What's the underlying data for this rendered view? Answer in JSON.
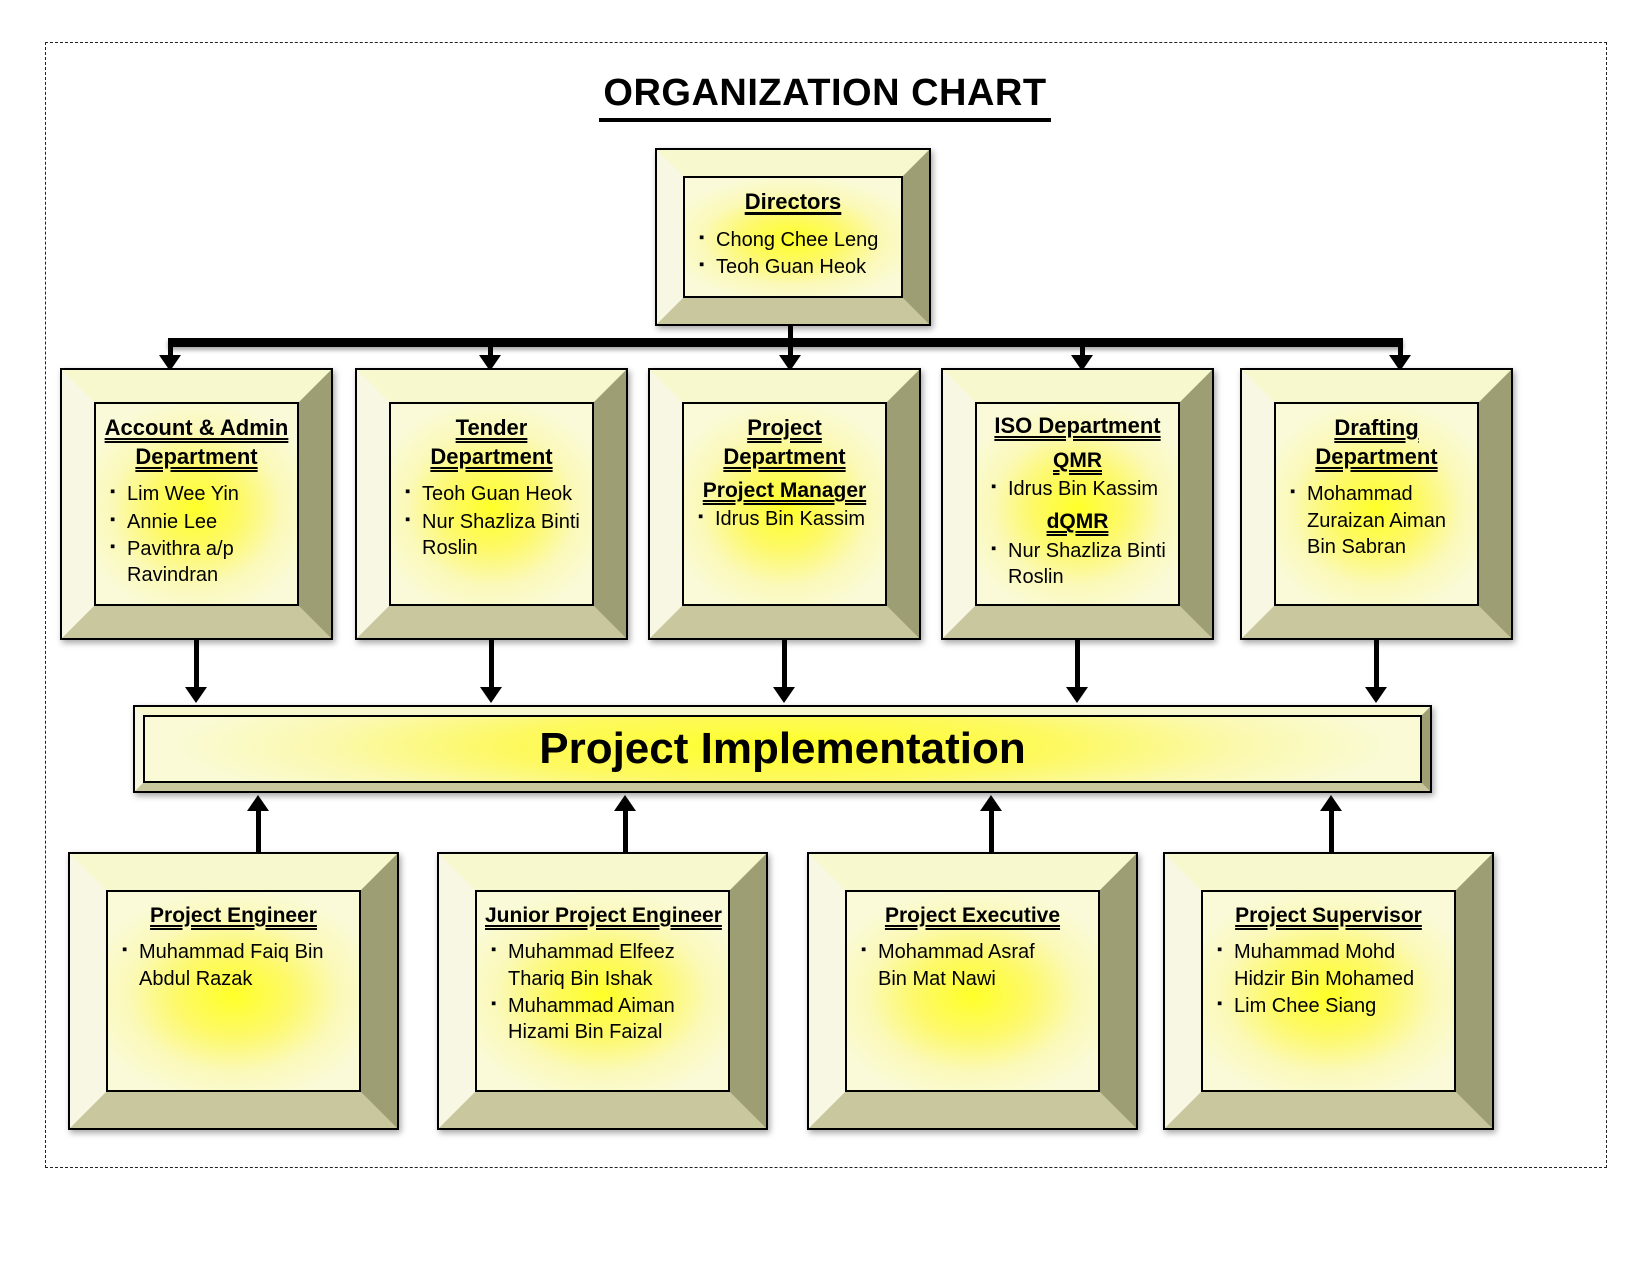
{
  "title": "ORGANIZATION CHART",
  "directors": {
    "heading": "Directors",
    "members": [
      "Chong Chee Leng",
      "Teoh Guan Heok"
    ]
  },
  "row2": [
    {
      "heading": "Account & Admin\nDepartment",
      "members": [
        "Lim Wee Yin",
        "Annie Lee",
        "Pavithra a/p Ravindran"
      ]
    },
    {
      "heading": "Tender\nDepartment",
      "members": [
        "Teoh Guan Heok",
        "Nur Shazliza Binti Roslin"
      ]
    },
    {
      "heading": "Project\nDepartment",
      "subheading": "Project Manager",
      "members": [
        "Idrus Bin Kassim"
      ]
    },
    {
      "heading": "ISO Department",
      "sections": [
        {
          "title": "QMR",
          "members": [
            "Idrus Bin Kassim"
          ]
        },
        {
          "title": "dQMR",
          "members": [
            "Nur Shazliza Binti Roslin"
          ]
        }
      ]
    },
    {
      "heading": "Drafting\nDepartment",
      "members": [
        "Mohammad Zuraizan Aiman Bin Sabran"
      ]
    }
  ],
  "bar": {
    "label": "Project Implementation"
  },
  "row3": [
    {
      "heading": "Project Engineer",
      "members": [
        "Muhammad Faiq Bin Abdul Razak"
      ]
    },
    {
      "heading": "Junior Project Engineer",
      "members": [
        "Muhammad Elfeez Thariq Bin Ishak",
        "Muhammad Aiman Hizami Bin Faizal"
      ]
    },
    {
      "heading": "Project Executive",
      "members": [
        "Mohammad Asraf Bin Mat Nawi"
      ]
    },
    {
      "heading": "Project Supervisor",
      "members": [
        "Muhammad Mohd Hidzir Bin Mohamed",
        "Lim Chee Siang"
      ]
    }
  ],
  "icons": {
    "bullet": "▪",
    "arrow_down": "filled-down-arrowhead",
    "arrow_up": "filled-up-arrowhead"
  },
  "colors": {
    "panel_center": "#ffff28",
    "panel_edge": "#fafad8",
    "bevel_top": "#f8f8cf",
    "bevel_left": "#f7f7e4",
    "bevel_right": "#9e9e74",
    "bevel_bottom": "#c9c79d",
    "line": "#000000",
    "background": "#ffffff"
  }
}
